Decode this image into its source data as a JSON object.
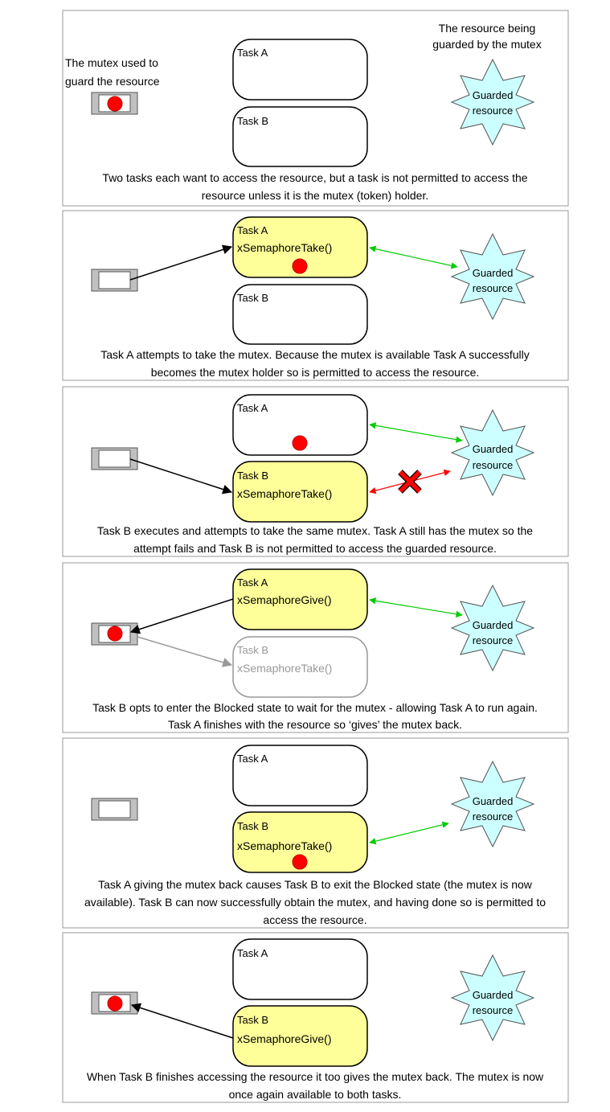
{
  "colors": {
    "panel_border": "#999999",
    "task_yellow": "#ffff99",
    "star_fill": "#ccffff",
    "token_red": "#ff0000",
    "mutex_grey": "#c0c0c0",
    "access_ok": "#00cc00",
    "access_denied": "#ff0000",
    "blocked_grey": "#999999"
  },
  "labels": {
    "task_a": "Task A",
    "task_b": "Task B",
    "take_call": "xSemaphoreTake()",
    "give_call": "xSemaphoreGive()",
    "star_line1": "Guarded",
    "star_line2": "resource"
  },
  "annotations": {
    "mutex_line1": "The mutex used to",
    "mutex_line2": "guard the resource",
    "resource_line1": "The resource being",
    "resource_line2": "guarded by the mutex"
  },
  "panels": [
    {
      "caption": [
        "Two tasks each want to access the resource, but a task is not permitted to access the",
        "resource unless it is the mutex (token) holder."
      ]
    },
    {
      "caption": [
        "Task A attempts to take the mutex.  Because the mutex is available Task A successfully",
        "becomes the mutex holder so is permitted to access the resource."
      ]
    },
    {
      "caption": [
        "Task B executes and attempts to take the same mutex.  Task A still has the mutex so the",
        "attempt fails and Task B is not permitted to access the guarded resource."
      ]
    },
    {
      "caption": [
        "Task B opts to enter the Blocked state to wait for the mutex - allowing Task A to run again.",
        "Task A finishes with the resource so ‘gives’ the mutex back."
      ]
    },
    {
      "caption": [
        "Task A giving the mutex back causes Task B to exit the Blocked state (the mutex is now",
        "available).  Task B can now successfully obtain the mutex, and having done so is permitted to",
        "access the resource."
      ]
    },
    {
      "caption": [
        "When Task B finishes accessing the resource it too gives the mutex back.  The mutex is now",
        "once again available to both tasks."
      ]
    }
  ]
}
